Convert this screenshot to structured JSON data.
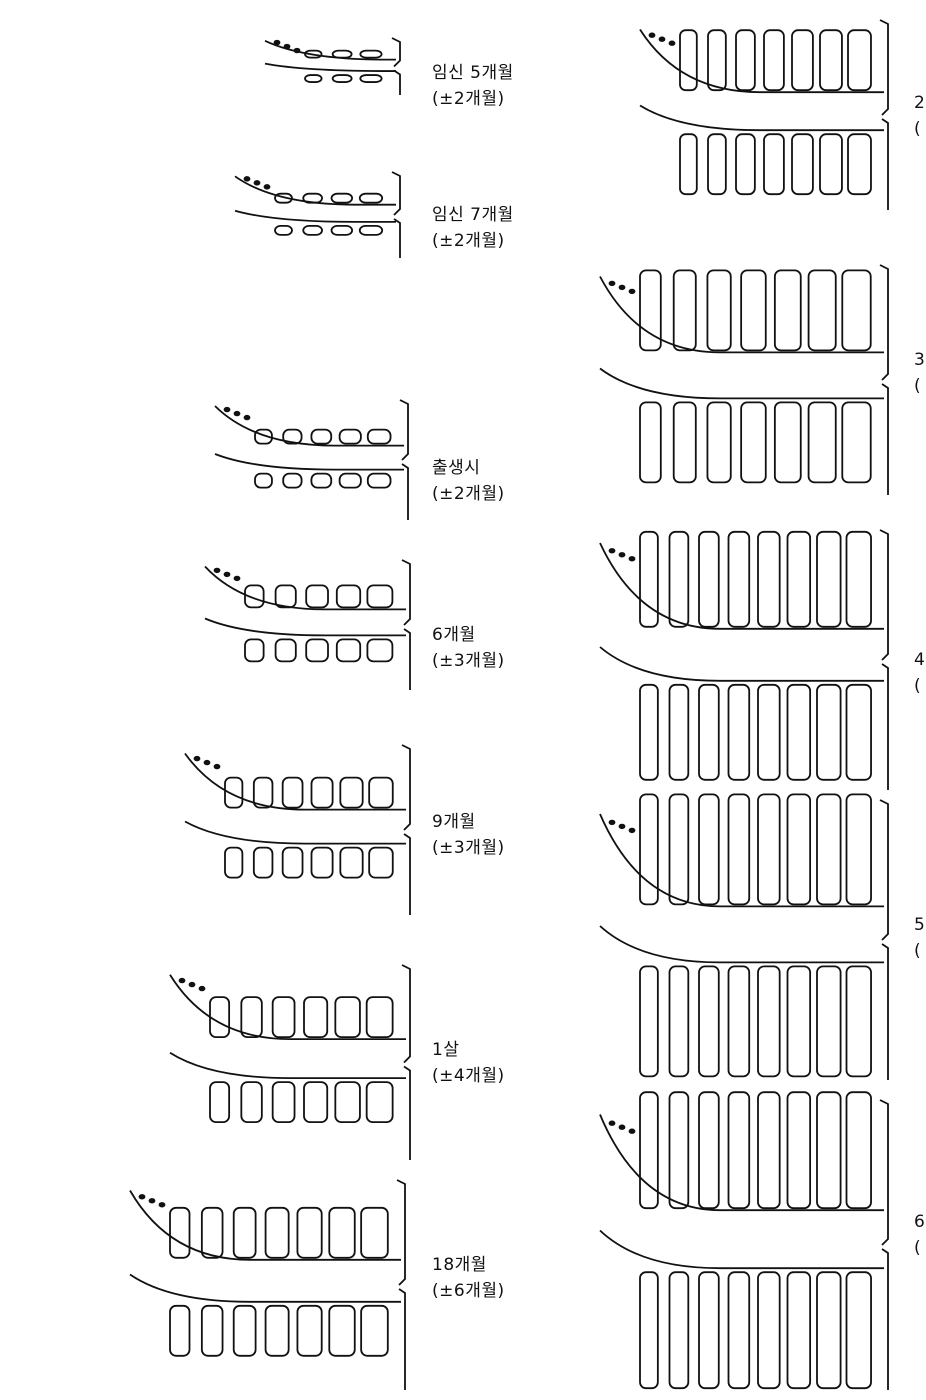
{
  "left_stages": [
    {
      "age": "임신 5개월",
      "range": "(±2개월)"
    },
    {
      "age": "임신 7개월",
      "range": "(±2개월)"
    },
    {
      "age": "출생시",
      "range": "(±2개월)"
    },
    {
      "age": "6개월",
      "range": "(±3개월)"
    },
    {
      "age": "9개월",
      "range": "(±3개월)"
    },
    {
      "age": "1살",
      "range": "(±4개월)"
    },
    {
      "age": "18개월",
      "range": "(±6개월)"
    }
  ],
  "right_stages": [
    {
      "age": "2",
      "range": "("
    },
    {
      "age": "3",
      "range": "("
    },
    {
      "age": "4",
      "range": "("
    },
    {
      "age": "5",
      "range": "("
    },
    {
      "age": "6",
      "range": "("
    }
  ]
}
